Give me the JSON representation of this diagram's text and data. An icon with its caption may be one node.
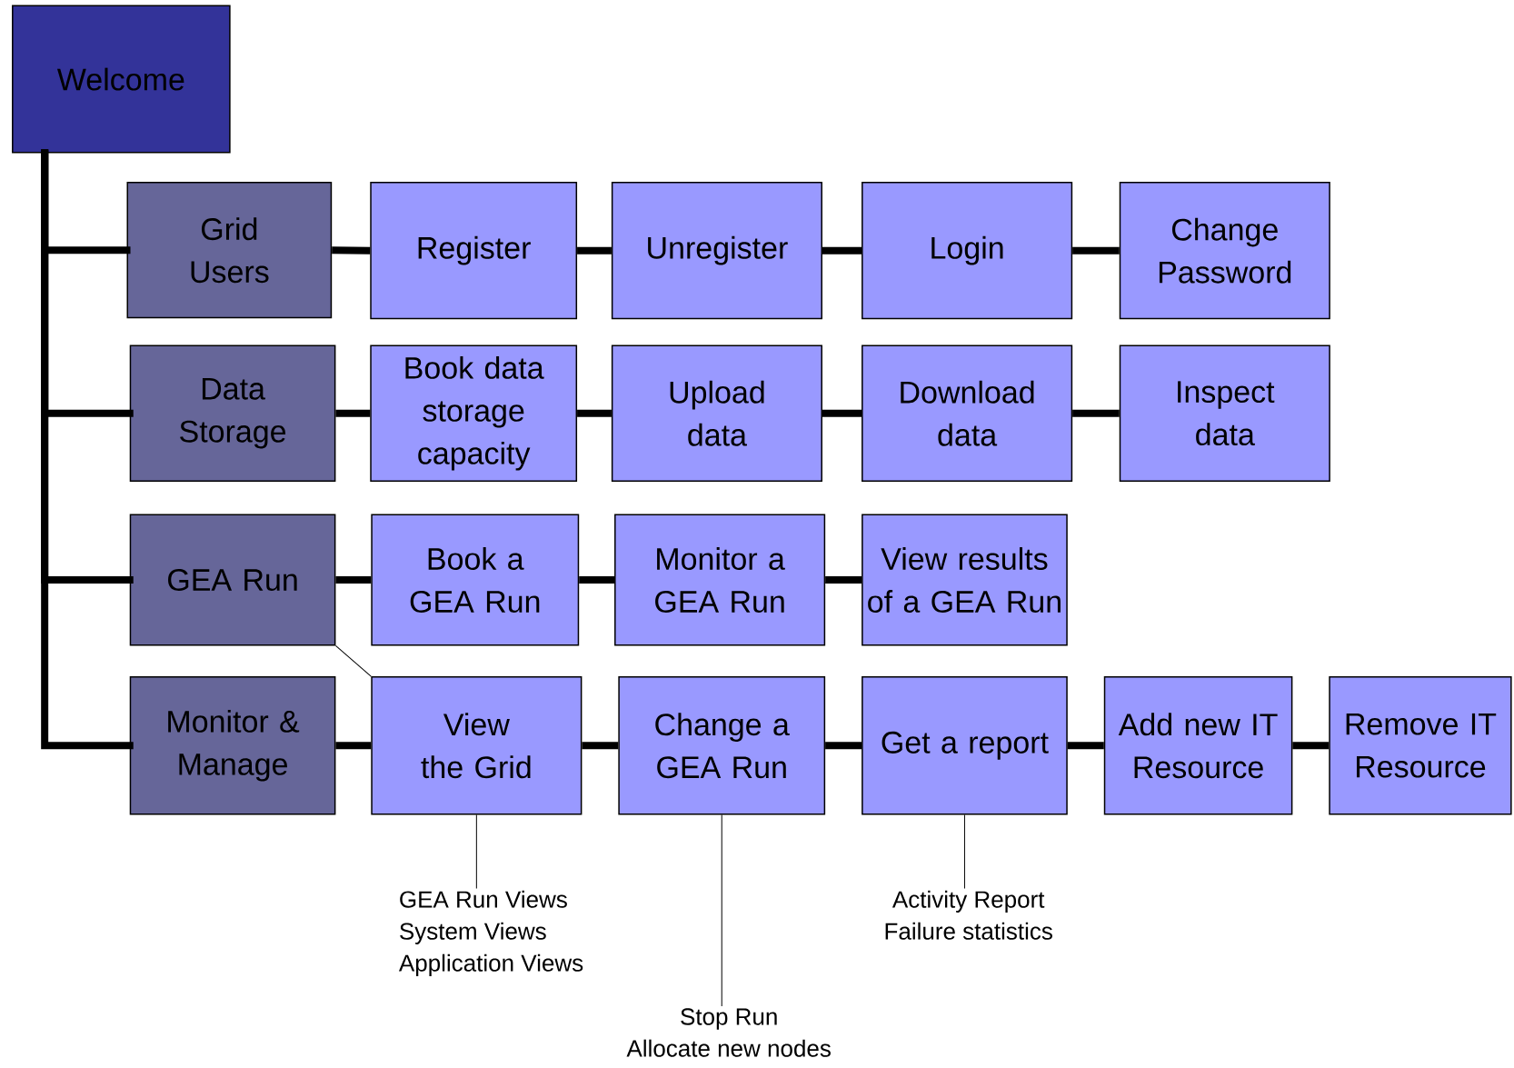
{
  "diagram": {
    "nodes": [
      {
        "text": [
          "Welcome"
        ]
      },
      {
        "text": [
          "Grid Users"
        ]
      },
      {
        "text": [
          "Register"
        ]
      },
      {
        "text": [
          "Unregister"
        ]
      },
      {
        "text": [
          "Login"
        ]
      },
      {
        "text": [
          "Change Password"
        ]
      },
      {
        "text": [
          "Data Storage"
        ]
      },
      {
        "text": [
          "Book data storage capacity"
        ]
      },
      {
        "text": [
          "Upload data"
        ]
      },
      {
        "text": [
          "Download data"
        ]
      },
      {
        "text": [
          "Inspect data"
        ]
      },
      {
        "text": [
          "GEA Run"
        ]
      },
      {
        "text": [
          "Book a GEA Run"
        ]
      },
      {
        "text": [
          "Monitor a GEA Run"
        ]
      },
      {
        "text": [
          "View results of a GEA Run"
        ]
      },
      {
        "text": [
          "Monitor & Manage"
        ]
      },
      {
        "text": [
          "View the Grid"
        ]
      },
      {
        "text": [
          "Change a GEA Run"
        ]
      },
      {
        "text": [
          "Get a report"
        ]
      },
      {
        "text": [
          "Add new IT Resource"
        ]
      },
      {
        "text": [
          "Remove IT Resource"
        ]
      },
      {
        "text": [
          "GEA Run Views",
          "System Views",
          "Application Views"
        ]
      },
      {
        "text": [
          "Stop Run",
          "Allocate new nodes"
        ]
      },
      {
        "text": [
          "Activity Report",
          "Failure statistics"
        ]
      }
    ],
    "edges": [
      {
        "from": 0,
        "to": 1,
        "arrow": "none"
      },
      {
        "from": 0,
        "to": 6,
        "arrow": "none"
      },
      {
        "from": 0,
        "to": 11,
        "arrow": "none"
      },
      {
        "from": 0,
        "to": 15,
        "arrow": "none"
      },
      {
        "from": 1,
        "to": 2,
        "arrow": "none"
      },
      {
        "from": 2,
        "to": 3,
        "arrow": "none"
      },
      {
        "from": 3,
        "to": 4,
        "arrow": "none"
      },
      {
        "from": 4,
        "to": 5,
        "arrow": "none"
      },
      {
        "from": 6,
        "to": 7,
        "arrow": "none"
      },
      {
        "from": 7,
        "to": 8,
        "arrow": "none"
      },
      {
        "from": 8,
        "to": 9,
        "arrow": "none"
      },
      {
        "from": 9,
        "to": 10,
        "arrow": "none"
      },
      {
        "from": 11,
        "to": 12,
        "arrow": "none"
      },
      {
        "from": 12,
        "to": 13,
        "arrow": "none"
      },
      {
        "from": 13,
        "to": 14,
        "arrow": "none"
      },
      {
        "from": 15,
        "to": 16,
        "arrow": "none"
      },
      {
        "from": 16,
        "to": 17,
        "arrow": "none"
      },
      {
        "from": 17,
        "to": 18,
        "arrow": "none"
      },
      {
        "from": 18,
        "to": 19,
        "arrow": "none"
      },
      {
        "from": 19,
        "to": 20,
        "arrow": "none"
      },
      {
        "from": 11,
        "to": 16,
        "arrow": "none"
      },
      {
        "from": 16,
        "to": 21,
        "arrow": "none"
      },
      {
        "from": 17,
        "to": 22,
        "arrow": "none"
      },
      {
        "from": 18,
        "to": 23,
        "arrow": "none"
      }
    ]
  }
}
